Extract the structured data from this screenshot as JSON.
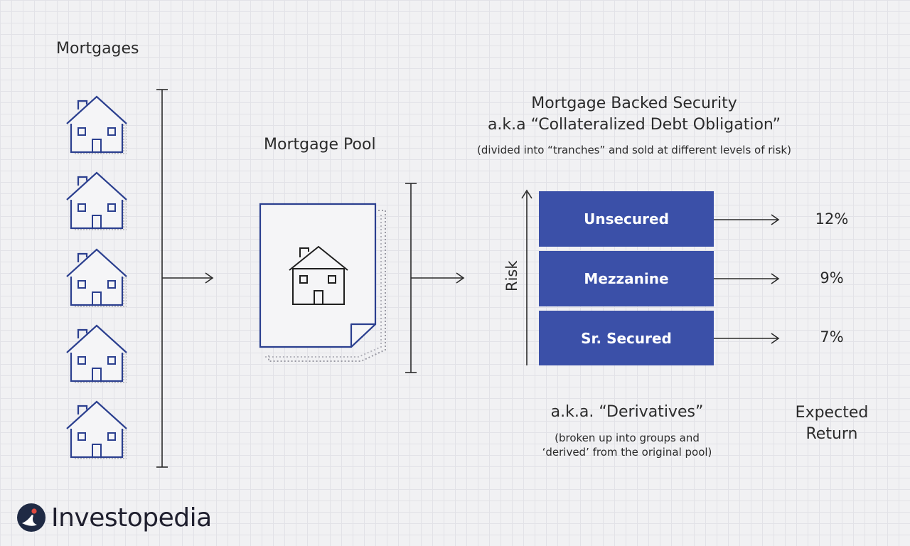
{
  "labels": {
    "mortgages": "Mortgages",
    "mortgage_pool": "Mortgage Pool",
    "mbs_title_line1": "Mortgage Backed Security",
    "mbs_title_line2": "a.k.a “Collateralized Debt Obligation”",
    "mbs_subtitle": "(divided into “tranches” and sold at different levels of risk)",
    "risk": "Risk",
    "derivatives": "a.k.a. “Derivatives”",
    "derivatives_note_line1": "(broken up into groups and",
    "derivatives_note_line2": "‘derived’ from the original pool)",
    "expected_line1": "Expected",
    "expected_line2": "Return"
  },
  "tranches": [
    {
      "name": "Unsecured",
      "return": "12%"
    },
    {
      "name": "Mezzanine",
      "return": "9%"
    },
    {
      "name": "Sr. Secured",
      "return": "7%"
    }
  ],
  "brand": {
    "name": "Investopedia"
  },
  "colors": {
    "house": "#2b3f8f",
    "tranche": "#3b50a8",
    "logo_dot": "#e04a3f"
  },
  "icons": [
    "house-icon",
    "document-icon",
    "arrow-icon"
  ]
}
